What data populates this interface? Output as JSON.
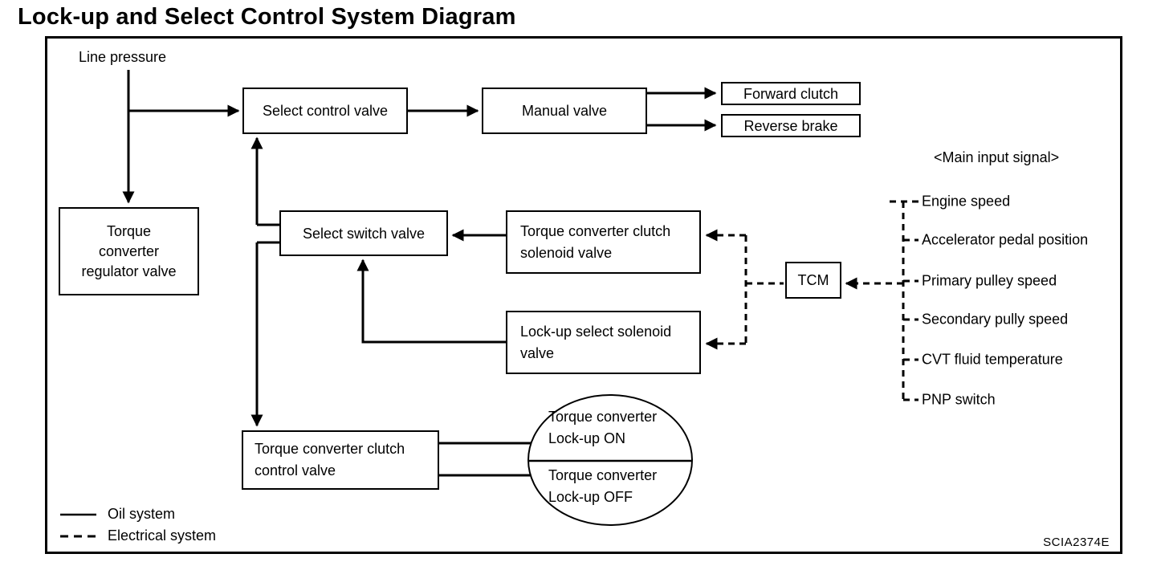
{
  "title": "Lock-up and Select Control System Diagram",
  "figure_id": "SCIA2374E",
  "nodes": {
    "line_pressure": "Line pressure",
    "select_control_valve": "Select control valve",
    "manual_valve": "Manual valve",
    "forward_clutch": "Forward clutch",
    "reverse_brake": "Reverse brake",
    "torque_converter_regulator_valve": "Torque\nconverter\nregulator valve",
    "select_switch_valve": "Select switch valve",
    "torque_converter_clutch_solenoid_valve": "Torque converter clutch\nsolenoid valve",
    "lockup_select_solenoid_valve": "Lock-up select solenoid\nvalve",
    "tcm": "TCM",
    "torque_converter_clutch_control_valve": "Torque converter clutch\ncontrol valve",
    "lockup_on": "Torque converter\nLock-up ON",
    "lockup_off": "Torque converter\nLock-up OFF"
  },
  "signals": {
    "heading": "<Main input signal>",
    "items": [
      "Engine speed",
      "Accelerator pedal position",
      "Primary pulley speed",
      "Secondary pully speed",
      "CVT fluid temperature",
      "PNP switch"
    ]
  },
  "legend": {
    "oil": "Oil system",
    "electrical": "Electrical system"
  },
  "colors": {
    "ink": "#000000",
    "background": "#ffffff"
  }
}
